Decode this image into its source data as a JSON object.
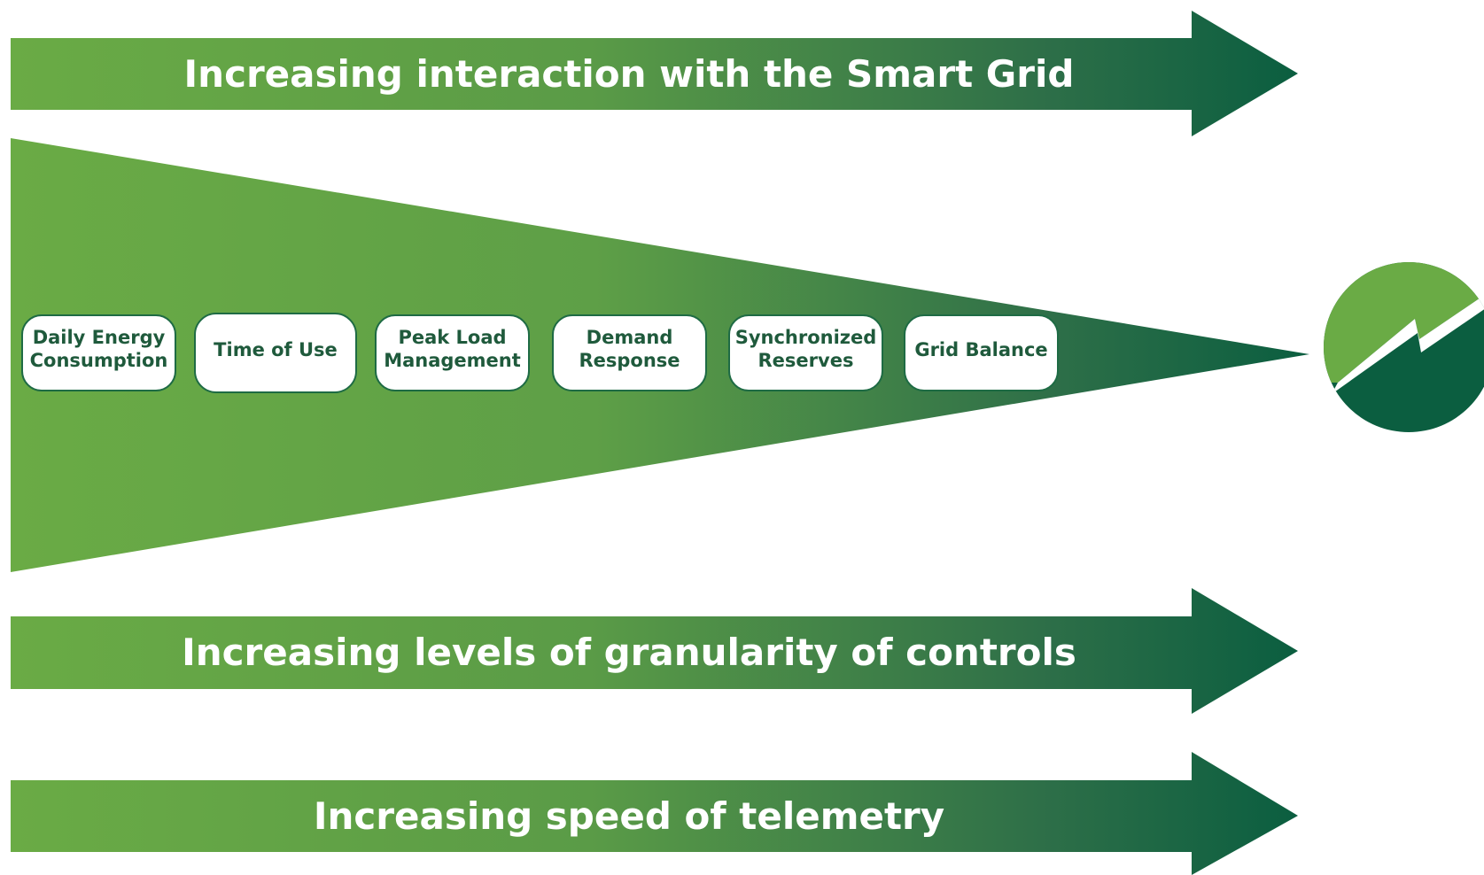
{
  "arrows": {
    "top": "Increasing interaction with the Smart Grid",
    "middle": "Increasing levels of granularity of controls",
    "bottom": "Increasing speed of telemetry"
  },
  "stages": [
    {
      "line1": "Daily Energy",
      "line2": "Consumption"
    },
    {
      "line1": "Time of Use",
      "line2": ""
    },
    {
      "line1": "Peak Load",
      "line2": "Management"
    },
    {
      "line1": "Demand",
      "line2": "Response"
    },
    {
      "line1": "Synchronized",
      "line2": "Reserves"
    },
    {
      "line1": "Grid Balance",
      "line2": ""
    }
  ],
  "colors": {
    "light_green": "#6aab45",
    "dark_green": "#0b5e40",
    "pill_text": "#1f5a3c",
    "pill_border": "#1e6b44"
  },
  "logo": {
    "icon": "smart-grid-lightning-logo-icon"
  }
}
